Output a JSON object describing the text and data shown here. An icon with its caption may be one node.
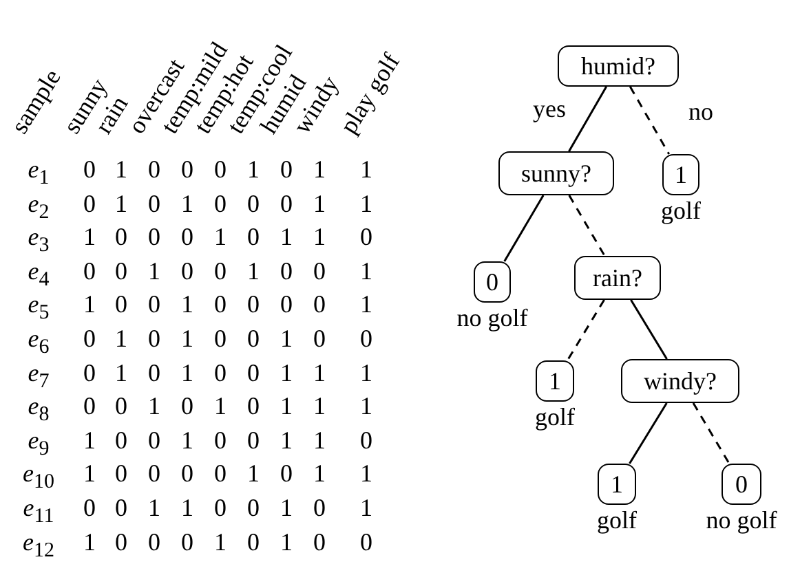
{
  "diagram": {
    "nodes": [
      {
        "text": [
          "humid?"
        ]
      },
      {
        "text": [
          "sunny?"
        ]
      },
      {
        "text": [
          "1"
        ],
        "beside": [
          "golf"
        ]
      },
      {
        "text": [
          "0"
        ],
        "beside": [
          "no golf"
        ]
      },
      {
        "text": [
          "rain?"
        ]
      },
      {
        "text": [
          "1"
        ],
        "beside": [
          "golf"
        ]
      },
      {
        "text": [
          "windy?"
        ]
      },
      {
        "text": [
          "1"
        ],
        "beside": [
          "golf"
        ]
      },
      {
        "text": [
          "0"
        ],
        "beside": [
          "no golf"
        ]
      }
    ],
    "edges": [
      {
        "from": 0,
        "to": 1,
        "arrow": "none",
        "label": "yes"
      },
      {
        "from": 0,
        "to": 2,
        "arrow": "none",
        "label": "no",
        "style": "dashed"
      },
      {
        "from": 1,
        "to": 3,
        "arrow": "none"
      },
      {
        "from": 1,
        "to": 4,
        "arrow": "none",
        "style": "dashed"
      },
      {
        "from": 4,
        "to": 5,
        "arrow": "none",
        "style": "dashed"
      },
      {
        "from": 4,
        "to": 6,
        "arrow": "none"
      },
      {
        "from": 6,
        "to": 7,
        "arrow": "none"
      },
      {
        "from": 6,
        "to": 8,
        "arrow": "none",
        "style": "dashed"
      }
    ],
    "labels": [
      "sample",
      "sunny",
      "rain",
      "overcast",
      "temp:mild",
      "temp:hot",
      "temp:cool",
      "humid",
      "windy",
      "play golf",
      "*e*$_{1}$",
      "0",
      "1",
      "0",
      "0",
      "0",
      "1",
      "0",
      "1",
      "1",
      "*e*$_{2}$",
      "0",
      "1",
      "0",
      "1",
      "0",
      "0",
      "0",
      "1",
      "1",
      "*e*$_{3}$",
      "1",
      "0",
      "0",
      "0",
      "1",
      "0",
      "1",
      "1",
      "0",
      "*e*$_{4}$",
      "0",
      "0",
      "1",
      "0",
      "0",
      "1",
      "0",
      "0",
      "1",
      "*e*$_{5}$",
      "1",
      "0",
      "0",
      "1",
      "0",
      "0",
      "0",
      "0",
      "1",
      "*e*$_{6}$",
      "0",
      "1",
      "0",
      "1",
      "0",
      "0",
      "1",
      "0",
      "0",
      "*e*$_{7}$",
      "0",
      "1",
      "0",
      "1",
      "0",
      "0",
      "1",
      "1",
      "1",
      "*e*$_{8}$",
      "0",
      "0",
      "1",
      "0",
      "1",
      "0",
      "1",
      "1",
      "1",
      "*e*$_{9}$",
      "1",
      "0",
      "0",
      "1",
      "0",
      "0",
      "1",
      "1",
      "0",
      "*e*$_{10}$",
      "1",
      "0",
      "0",
      "0",
      "0",
      "1",
      "0",
      "1",
      "1",
      "*e*$_{11}$",
      "0",
      "0",
      "1",
      "1",
      "0",
      "0",
      "1",
      "0",
      "1",
      "*e*$_{12}$",
      "1",
      "0",
      "0",
      "0",
      "1",
      "0",
      "1",
      "0",
      "0"
    ]
  }
}
